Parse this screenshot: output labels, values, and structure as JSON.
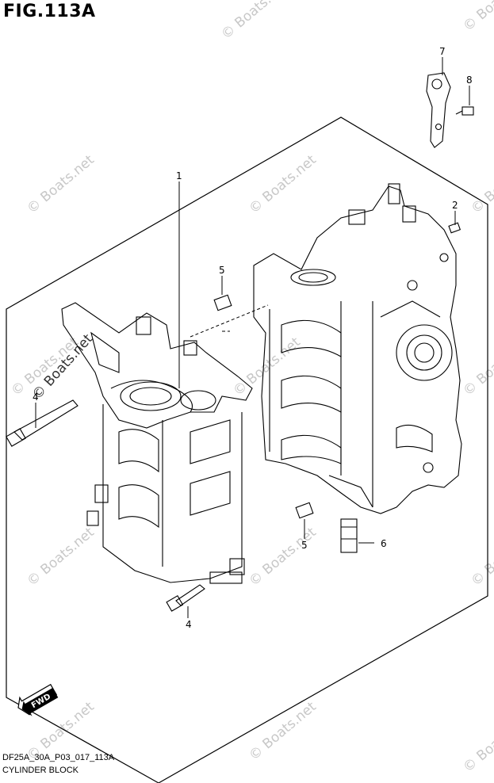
{
  "figure": {
    "title": "FIG.113A"
  },
  "footer": {
    "code": "DF25A_30A_P03_017_113A",
    "name": "CYLINDER BLOCK"
  },
  "callouts": [
    {
      "id": "1",
      "label": "1"
    },
    {
      "id": "2",
      "label": "2"
    },
    {
      "id": "4",
      "label": "4"
    },
    {
      "id": "4b",
      "label": "4"
    },
    {
      "id": "5",
      "label": "5"
    },
    {
      "id": "5b",
      "label": "5"
    },
    {
      "id": "6",
      "label": "6"
    },
    {
      "id": "7",
      "label": "7"
    },
    {
      "id": "8",
      "label": "8"
    }
  ],
  "fwd_label": "FWD",
  "watermark": "© Boats.net"
}
